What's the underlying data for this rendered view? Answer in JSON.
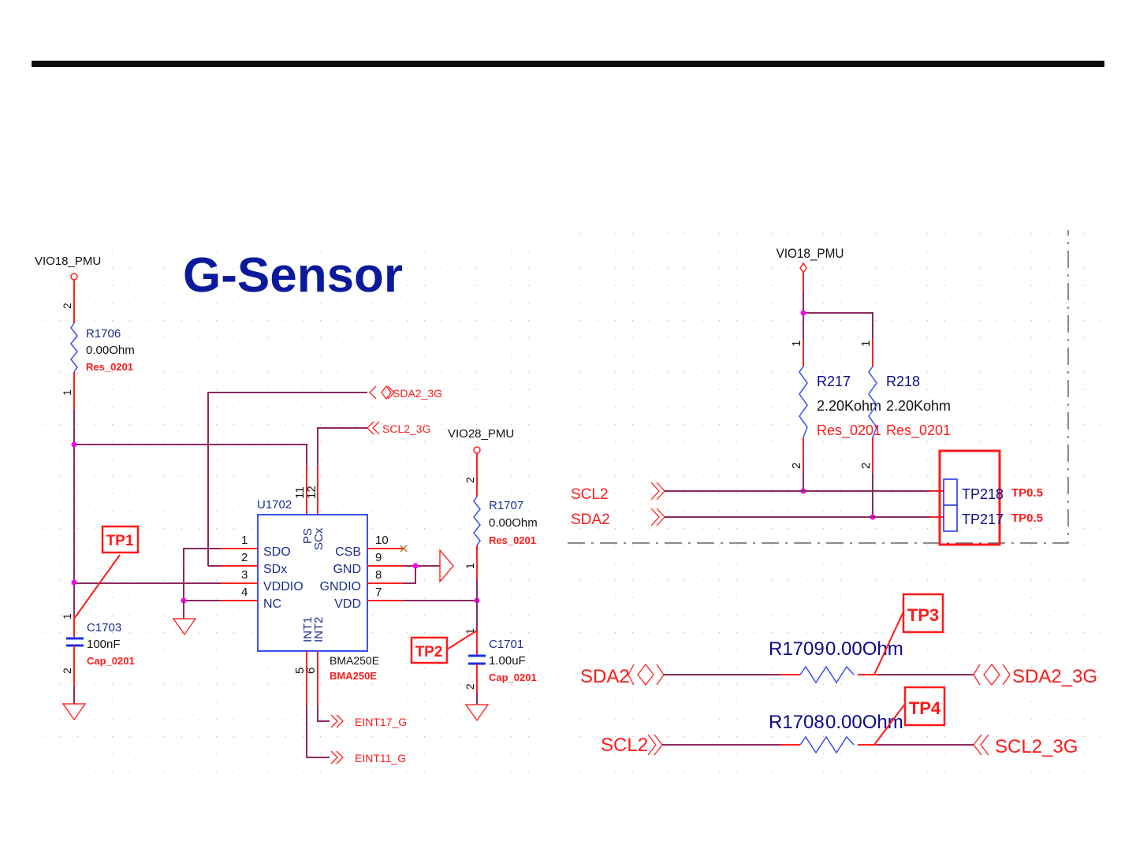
{
  "title": "G-Sensor",
  "left_schematic": {
    "power_vio18": "VIO18_PMU",
    "power_vio28": "VIO28_PMU",
    "r1706": {
      "ref": "R1706",
      "value": "0.00Ohm",
      "footprint": "Res_0201",
      "pin_top": "2",
      "pin_bottom": "1"
    },
    "r1707": {
      "ref": "R1707",
      "value": "0.00Ohm",
      "footprint": "Res_0201",
      "pin_top": "2",
      "pin_bottom": "1"
    },
    "c1703": {
      "ref": "C1703",
      "value": "100nF",
      "footprint": "Cap_0201",
      "pin_top": "1",
      "pin_bottom": "2"
    },
    "c1701": {
      "ref": "C1701",
      "value": "1.00uF",
      "footprint": "Cap_0201",
      "pin_top": "1",
      "pin_bottom": "2"
    },
    "u1702": {
      "ref": "U1702",
      "part": "BMA250E",
      "footprint": "BMA250E",
      "left_pins": [
        {
          "num": "1",
          "name": "SDO"
        },
        {
          "num": "2",
          "name": "SDx"
        },
        {
          "num": "3",
          "name": "VDDIO"
        },
        {
          "num": "4",
          "name": "NC"
        }
      ],
      "right_pins": [
        {
          "num": "10",
          "name": "CSB"
        },
        {
          "num": "9",
          "name": "GND"
        },
        {
          "num": "8",
          "name": "GNDIO"
        },
        {
          "num": "7",
          "name": "VDD"
        }
      ],
      "top_pins": [
        {
          "num": "11",
          "name": "PS"
        },
        {
          "num": "12",
          "name": "SCx"
        }
      ],
      "bottom_pins": [
        {
          "num": "5",
          "name": "INT1"
        },
        {
          "num": "6",
          "name": "INT2"
        }
      ]
    },
    "nets": {
      "sda": "SDA2_3G",
      "scl": "SCL2_3G",
      "eint17": "EINT17_G",
      "eint11": "EINT11_G"
    },
    "test_points": [
      "TP1",
      "TP2"
    ]
  },
  "right_top_schematic": {
    "power": "VIO18_PMU",
    "r217": {
      "ref": "R217",
      "value": "2.20Kohm",
      "footprint": "Res_0201",
      "pin_top": "1",
      "pin_bottom": "2"
    },
    "r218": {
      "ref": "R218",
      "value": "2.20Kohm",
      "footprint": "Res_0201",
      "pin_top": "1",
      "pin_bottom": "2"
    },
    "ports": [
      "SCL2",
      "SDA2"
    ],
    "test_points": [
      {
        "ref": "TP218",
        "value": "TP0.5"
      },
      {
        "ref": "TP217",
        "value": "TP0.5"
      }
    ]
  },
  "right_bottom_schematic": {
    "rows": [
      {
        "left_port": "SDA2",
        "resistor": "R1709",
        "value": "0.00Ohm",
        "tp": "TP3",
        "right_port": "SDA2_3G"
      },
      {
        "left_port": "SCL2",
        "resistor": "R1708",
        "value": "0.00Ohm",
        "tp": "TP4",
        "right_port": "SCL2_3G"
      }
    ]
  }
}
